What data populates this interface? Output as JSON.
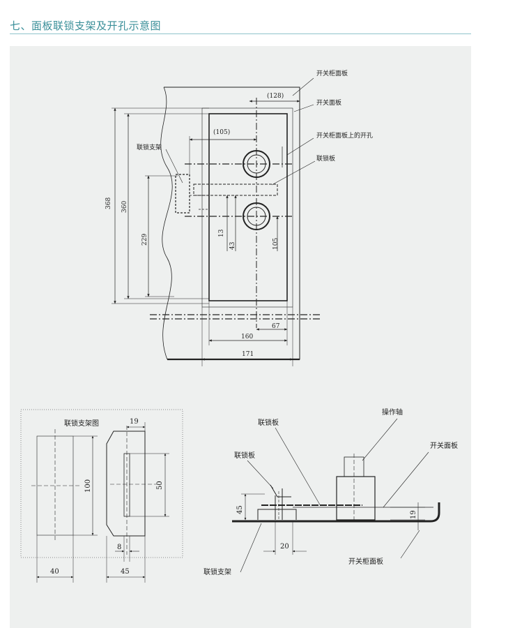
{
  "page": {
    "title": "七、面板联锁支架及开孔示意图"
  },
  "colors": {
    "title": "#3a8f99",
    "rule": "#8fc4cb",
    "panel_bg": "#eef0ef",
    "ink": "#222222"
  },
  "top_diagram": {
    "labels": {
      "cabinet_panel": "开关柜面板",
      "switch_panel": "开关面板",
      "cabinet_hole": "开关柜面板上的开孔",
      "interlock_plate": "联锁板",
      "interlock_bracket": "联锁支架"
    },
    "dims": {
      "d128": "(128)",
      "d105p": "(105)",
      "d368": "368",
      "d360": "360",
      "d229": "229",
      "d13": "13",
      "d43": "43",
      "d105": "105",
      "d67": "67",
      "d160": "160",
      "d171": "171"
    }
  },
  "bracket_diagram": {
    "title": "联锁支架图",
    "dims": {
      "d19": "19",
      "d100": "100",
      "d50": "50",
      "d8": "8",
      "d40": "40",
      "d45": "45"
    }
  },
  "side_diagram": {
    "labels": {
      "interlock_plate_top": "联锁板",
      "interlock_plate_left": "联锁板",
      "operating_shaft": "操作轴",
      "switch_panel": "开关面板",
      "interlock_bracket": "联锁支架",
      "cabinet_panel": "开关柜面板"
    },
    "dims": {
      "d45": "45",
      "d20": "20",
      "d19": "19"
    }
  }
}
